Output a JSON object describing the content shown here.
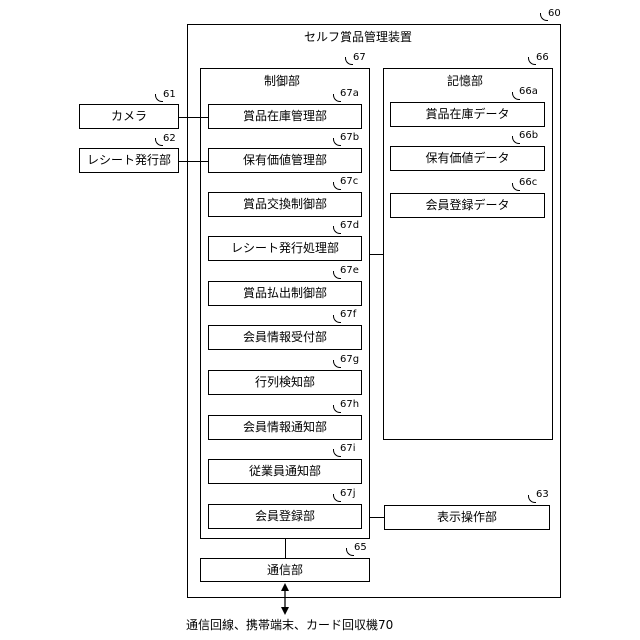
{
  "device": {
    "title": "セルフ賞品管理装置",
    "ref": "60"
  },
  "control": {
    "title": "制御部",
    "ref": "67"
  },
  "storage": {
    "title": "記憶部",
    "ref": "66"
  },
  "camera": {
    "label": "カメラ",
    "ref": "61"
  },
  "receipt_issuer": {
    "label": "レシート発行部",
    "ref": "62"
  },
  "display": {
    "label": "表示操作部",
    "ref": "63"
  },
  "comm": {
    "label": "通信部",
    "ref": "65"
  },
  "external": {
    "label": "通信回線、携帯端末、カード回収機70"
  },
  "control_units": [
    {
      "label": "賞品在庫管理部",
      "ref": "67a"
    },
    {
      "label": "保有価値管理部",
      "ref": "67b"
    },
    {
      "label": "賞品交換制御部",
      "ref": "67c"
    },
    {
      "label": "レシート発行処理部",
      "ref": "67d"
    },
    {
      "label": "賞品払出制御部",
      "ref": "67e"
    },
    {
      "label": "会員情報受付部",
      "ref": "67f"
    },
    {
      "label": "行列検知部",
      "ref": "67g"
    },
    {
      "label": "会員情報通知部",
      "ref": "67h"
    },
    {
      "label": "従業員通知部",
      "ref": "67i"
    },
    {
      "label": "会員登録部",
      "ref": "67j"
    }
  ],
  "storage_items": [
    {
      "label": "賞品在庫データ",
      "ref": "66a"
    },
    {
      "label": "保有価値データ",
      "ref": "66b"
    },
    {
      "label": "会員登録データ",
      "ref": "66c"
    }
  ]
}
